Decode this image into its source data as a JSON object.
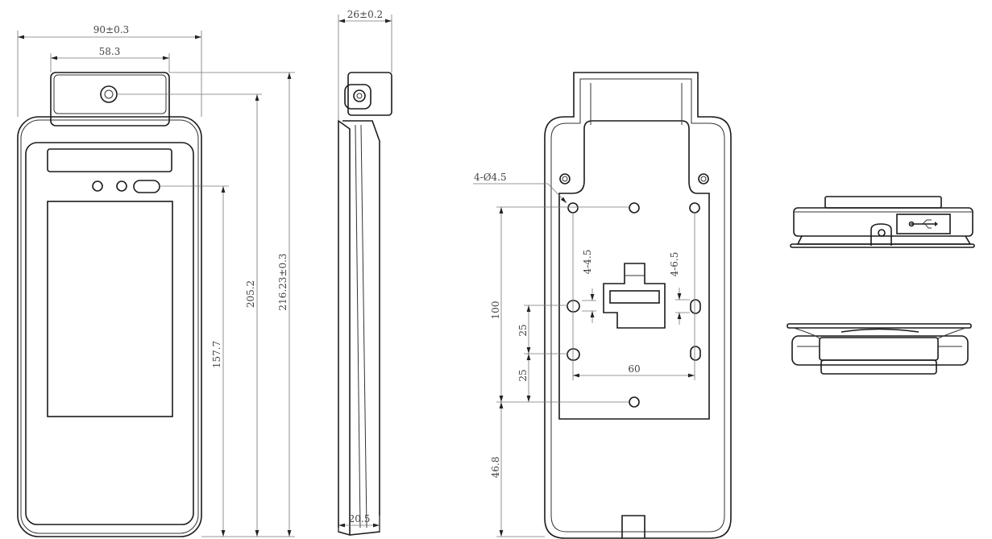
{
  "title": "Device dimension drawing",
  "front_view": {
    "width_label": "90±0.3",
    "camera_width_label": "58.3",
    "height_screen_label": "157.7",
    "height_lens_label": "205.2",
    "total_height_label": "216.23±0.3"
  },
  "side_view": {
    "depth_top_label": "26±0.2",
    "depth_bottom_label": "20.5"
  },
  "back_view": {
    "hole_label": "4-Ø4.5",
    "slot_left_label": "4-4.5",
    "slot_right_label": "4-6.5",
    "vertical_spacing_label": "100",
    "slot_spacing_1_label": "25",
    "slot_spacing_2_label": "25",
    "horizontal_spacing_label": "60",
    "bottom_offset_label": "46.8"
  },
  "end_views": {
    "top_view_icon": "usb-icon",
    "bottom_view_icon": "none"
  }
}
